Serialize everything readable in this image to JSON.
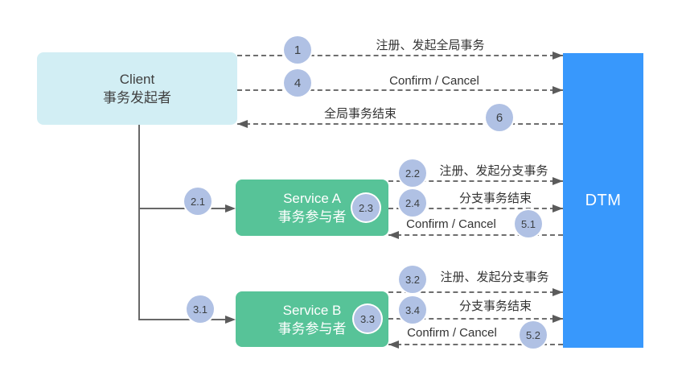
{
  "nodes": {
    "client": {
      "title": "Client",
      "subtitle": "事务发起者"
    },
    "service_a": {
      "title": "Service A",
      "subtitle": "事务参与者"
    },
    "service_b": {
      "title": "Service B",
      "subtitle": "事务参与者"
    },
    "dtm": {
      "title": "DTM"
    }
  },
  "flows": {
    "global": {
      "register": {
        "step": "1",
        "label": "注册、发起全局事务"
      },
      "confirm": {
        "step": "4",
        "label": "Confirm / Cancel"
      },
      "end": {
        "step": "6",
        "label": "全局事务结束"
      }
    },
    "service_a": {
      "invoke": {
        "step": "2.1"
      },
      "register": {
        "step": "2.2",
        "label": "注册、发起分支事务"
      },
      "execute": {
        "step": "2.3"
      },
      "end": {
        "step": "2.4",
        "label": "分支事务结束"
      },
      "confirm": {
        "step": "5.1",
        "label": "Confirm / Cancel"
      }
    },
    "service_b": {
      "invoke": {
        "step": "3.1"
      },
      "register": {
        "step": "3.2",
        "label": "注册、发起分支事务"
      },
      "execute": {
        "step": "3.3"
      },
      "end": {
        "step": "3.4",
        "label": "分支事务结束"
      },
      "confirm": {
        "step": "5.2",
        "label": "Confirm / Cancel"
      }
    }
  },
  "colors": {
    "client_fill": "#d2eef4",
    "service_fill": "#57c398",
    "dtm_fill": "#3898fc",
    "badge_fill": "#b0c1e4",
    "line": "#6e6e6e",
    "text_dark": "#3f3f3f",
    "text_light": "#ffffff"
  }
}
